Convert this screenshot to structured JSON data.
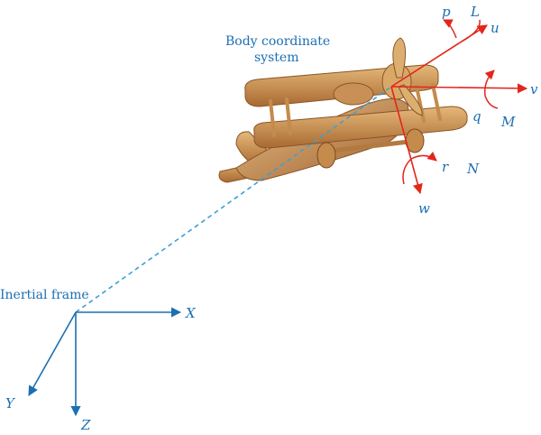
{
  "labels": {
    "body_line1": "Body coordinate",
    "body_line2": "system",
    "inertial": "Inertial frame",
    "X": "X",
    "Y": "Y",
    "Z": "Z",
    "p": "p",
    "L": "L",
    "u": "u",
    "v": "v",
    "q": "q",
    "M": "M",
    "r": "r",
    "N": "N",
    "w": "w"
  },
  "colors": {
    "inertial": "#1c6fb2",
    "body_axes": "#e2261c",
    "link_line": "#3aa0d8",
    "wood_light": "#d9a86a",
    "wood_dark": "#9a6330"
  }
}
